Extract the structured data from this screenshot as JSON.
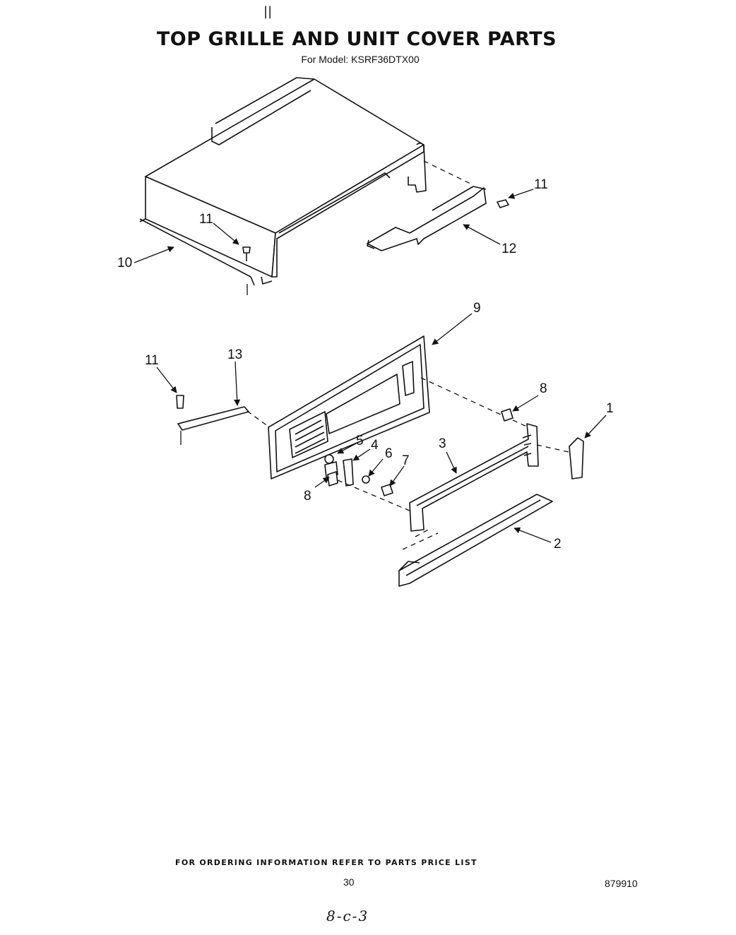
{
  "page": {
    "top_mark": "||",
    "title": "TOP GRILLE AND UNIT COVER PARTS",
    "subtitle": "For Model: KSRF36DTX00",
    "footer_note": "FOR ORDERING INFORMATION REFER TO PARTS PRICE LIST",
    "page_number": "30",
    "document_number": "879910",
    "handwritten_note": "8-c-3"
  },
  "callouts": [
    {
      "id": "c11a",
      "label": "11",
      "part": "screw"
    },
    {
      "id": "c12",
      "label": "12",
      "part": "cover-bracket"
    },
    {
      "id": "c11b",
      "label": "11",
      "part": "screw"
    },
    {
      "id": "c10",
      "label": "10",
      "part": "unit-cover"
    },
    {
      "id": "c9",
      "label": "9",
      "part": "top-grille"
    },
    {
      "id": "c13",
      "label": "13",
      "part": "brace"
    },
    {
      "id": "c11c",
      "label": "11",
      "part": "screw"
    },
    {
      "id": "c8a",
      "label": "8",
      "part": "nut"
    },
    {
      "id": "c1",
      "label": "1",
      "part": "end-clip"
    },
    {
      "id": "c5",
      "label": "5",
      "part": "fastener"
    },
    {
      "id": "c4",
      "label": "4",
      "part": "clip"
    },
    {
      "id": "c6",
      "label": "6",
      "part": "washer"
    },
    {
      "id": "c7",
      "label": "7",
      "part": "nut"
    },
    {
      "id": "c3",
      "label": "3",
      "part": "mounting-bracket"
    },
    {
      "id": "c8b",
      "label": "8",
      "part": "nut"
    },
    {
      "id": "c2",
      "label": "2",
      "part": "trim-strip"
    }
  ]
}
